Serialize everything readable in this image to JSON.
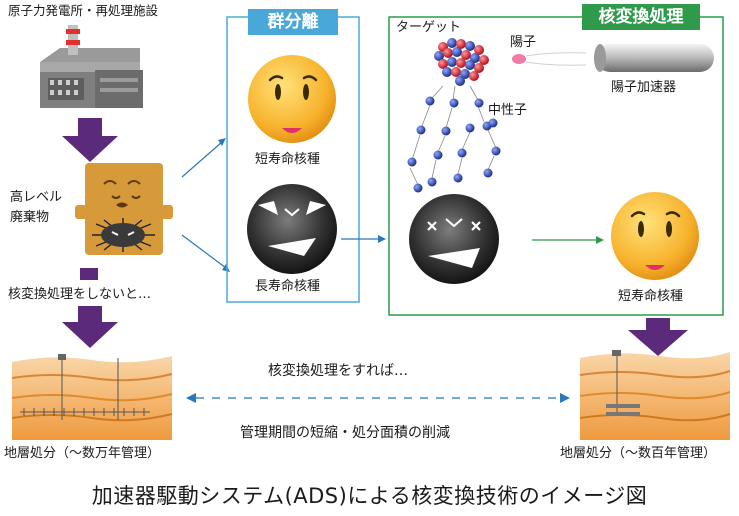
{
  "labels": {
    "plant": "原子力発電所・再処理施設",
    "hlw": "高レベル\n廃棄物",
    "without": "核変換処理をしないと…",
    "partition_title": "群分離",
    "short_lived_1": "短寿命核種",
    "long_lived": "長寿命核種",
    "transmutation_title": "核変換処理",
    "target": "ターゲット",
    "proton": "陽子",
    "accelerator": "陽子加速器",
    "neutron": "中性子",
    "short_lived_2": "短寿命核種",
    "with": "核変換処理をすれば…",
    "benefit": "管理期間の短縮・処分面積の削減",
    "disposal_left": "地層処分（～数万年管理）",
    "disposal_right": "地層処分（～数百年管理）",
    "caption": "加速器駆動システム(ADS)による核変換技術のイメージ図"
  },
  "colors": {
    "partition_box": "#4aa8d8",
    "transmutation_box": "#2e9a4a",
    "arrow_purple": "#5b2a7a",
    "arrow_blue": "#2b78b8",
    "arrow_green": "#2e9a4a"
  },
  "icons": [
    "factory-icon",
    "waste-container-icon",
    "smiley-face-icon",
    "angry-face-icon",
    "target-cluster-icon",
    "proton-icon",
    "accelerator-tube-icon",
    "neutron-icon",
    "geologic-strata-icon"
  ]
}
